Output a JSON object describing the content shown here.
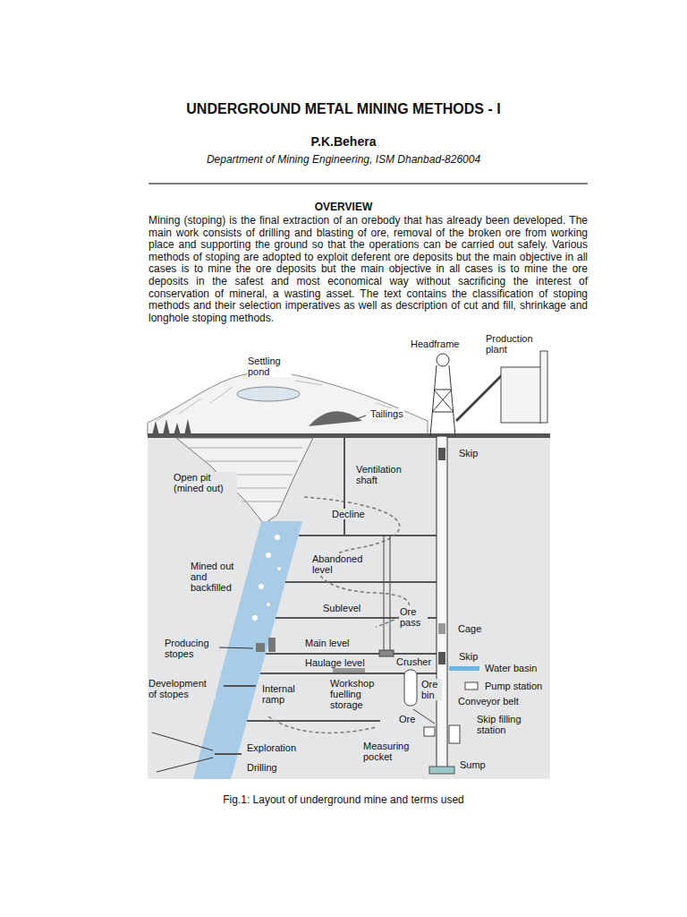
{
  "diagram": {
    "title": "UNDERGROUND METAL MINING METHODS - I",
    "caption": "Fig.1: Layout of underground mine and terms used",
    "labels": [
      "P.K.Behera",
      "Department of Mining Engineering, ISM Dhanbad-826004",
      "OVERVIEW",
      "Mining (stoping) is the final extraction of an orebody that has already been developed. The main work consists of drilling and blasting of ore, removal of the broken ore from working place and supporting the ground so that the operations can be carried out safely. Various methods of stoping are adopted to exploit deferent ore deposits but the main objective in all cases is to mine the ore deposits but the main objective in all cases is to mine the ore deposits in the safest and most economical way without sacrificing the interest of conservation of mineral, a wasting asset. The text contains the classification of stoping methods and their selection imperatives as well as description of cut and fill, shrinkage and longhole stoping methods.",
      "Production plant",
      "Headframe",
      "Settling pond",
      "Tailings",
      "Skip",
      "Ventilation shaft",
      "Open pit (mined out)",
      "Decline",
      "Abandoned level",
      "Mined out and backfilled",
      "Sublevel",
      "Ore pass",
      "Cage",
      "Main level",
      "Skip",
      "Producing stopes",
      "Haulage level",
      "Crusher",
      "Water basin",
      "Development of stopes",
      "Internal ramp",
      "Workshop fuelling storage",
      "Ore bin",
      "Pump station",
      "Conveyor belt",
      "Skip filling station",
      "Ore",
      "Exploration",
      "Measuring pocket",
      "Sump",
      "Drilling"
    ]
  }
}
